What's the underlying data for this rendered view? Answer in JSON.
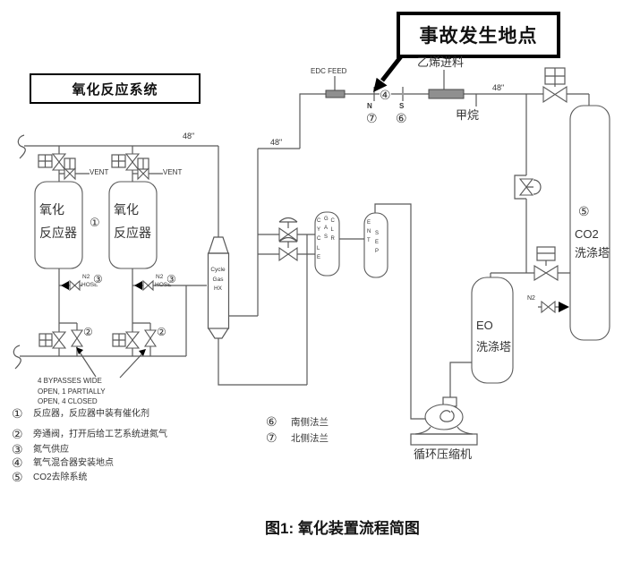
{
  "boxes": {
    "system": "氧化反应系统",
    "accident": "事故发生地点"
  },
  "pipe_labels": {
    "size_left": "48\"",
    "size_mid": "48\"",
    "size_right": "48\"",
    "vent1": "VENT",
    "vent2": "VENT",
    "edc_feed": "EDC FEED",
    "ethylene_feed": "乙烯进料",
    "methane": "甲烷",
    "n2_hose1": "N2",
    "hose1": "HOSE",
    "n2_hose2": "N2",
    "hose2": "HOSE",
    "n2_co2": "N2",
    "n_flange": "N",
    "s_flange": "S"
  },
  "equipment": {
    "reactor1": "氧化\n反应器",
    "reactor2": "氧化\n反应器",
    "cycle_gas_hx": "Cycle\nGas\nHX",
    "clr_c1": "C\nY\nC\nL\nE",
    "clr_c2": "G\nA\nS",
    "clr_c3": "C\nL\nR",
    "sep_c1": "E\nN\nT",
    "sep_c2": "S\nE\nP",
    "eo_scrubber": "EO\n洗涤塔",
    "co2_scrubber": "CO2\n洗涤塔",
    "compressor": "循环压缩机"
  },
  "markers": {
    "m1": "①",
    "m2a": "②",
    "m2b": "②",
    "m3a": "③",
    "m3b": "③",
    "m4": "④",
    "m5": "⑤",
    "m6": "⑥",
    "m7": "⑦"
  },
  "legend": {
    "bypass_note": "4 BYPASSES WIDE\nOPEN, 1 PARTIALLY\nOPEN, 4 CLOSED",
    "items": [
      {
        "num": "①",
        "text": "反应器，反应器中装有催化剂"
      },
      {
        "num": "②",
        "text": "旁通阀，打开后给工艺系统进氮气"
      },
      {
        "num": "③",
        "text": "氮气供应"
      },
      {
        "num": "④",
        "text": "氧气混合器安装地点"
      },
      {
        "num": "⑤",
        "text": "CO2去除系统"
      }
    ],
    "flanges": [
      {
        "num": "⑥",
        "text": "南侧法兰"
      },
      {
        "num": "⑦",
        "text": "北侧法兰"
      }
    ]
  },
  "caption": "图1: 氧化装置流程简图",
  "colors": {
    "line": "#595959",
    "text": "#333333",
    "sparger": "#8f8f8f",
    "accent": "#000000"
  }
}
